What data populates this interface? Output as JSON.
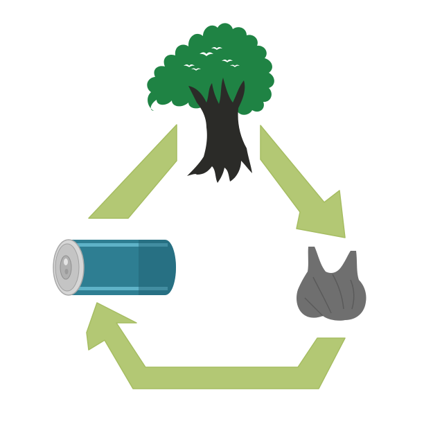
{
  "diagram": {
    "type": "recycling-cycle",
    "colors": {
      "background": "#ffffff",
      "arrow_fill": "#b3c874",
      "arrow_stroke": "#a6bd62",
      "tree_canopy": "#1f8344",
      "tree_trunk": "#2b2b28",
      "can_body": "#2e7e92",
      "can_lid": "#c4c4c4",
      "bag": "#6f6f6f"
    },
    "nodes": [
      {
        "id": "tree",
        "icon": "tree-icon"
      },
      {
        "id": "bag",
        "icon": "trash-bag-icon"
      },
      {
        "id": "can",
        "icon": "soda-can-icon"
      }
    ],
    "arrows": [
      {
        "from": "tree",
        "to": "bag",
        "icon": "arrow-right-down"
      },
      {
        "from": "bag",
        "to": "can",
        "icon": "arrow-left-up"
      },
      {
        "from": "can",
        "to": "tree",
        "icon": "arrow-up-right"
      }
    ]
  }
}
